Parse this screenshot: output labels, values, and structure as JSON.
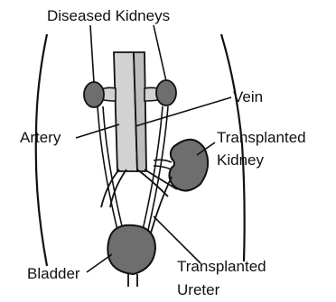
{
  "labels": {
    "diseased_kidneys": "Diseased Kidneys",
    "vein": "Vein",
    "artery": "Artery",
    "transplanted_kidney_line1": "Transplanted",
    "transplanted_kidney_line2": "Kidney",
    "bladder": "Bladder",
    "transplanted_ureter_line1": "Transplanted",
    "transplanted_ureter_line2": "Ureter"
  },
  "colors": {
    "organ_fill": "#6e6e6e",
    "vessel_fill": "#c8c8c8",
    "outline": "#111111",
    "background": "#ffffff"
  }
}
